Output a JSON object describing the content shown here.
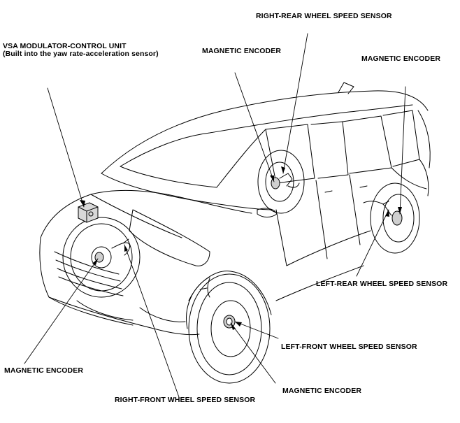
{
  "labels": {
    "vsa_title": "VSA MODULATOR-CONTROL UNIT",
    "vsa_sub": "(Built into the yaw rate-acceleration sensor)",
    "rr_sensor": "RIGHT-REAR WHEEL SPEED SENSOR",
    "rr_encoder": "MAGNETIC ENCODER",
    "lr_encoder": "MAGNETIC ENCODER",
    "lr_sensor": "LEFT-REAR WHEEL SPEED SENSOR",
    "lf_sensor": "LEFT-FRONT WHEEL SPEED SENSOR",
    "lf_encoder": "MAGNETIC ENCODER",
    "rf_encoder": "MAGNETIC ENCODER",
    "rf_sensor": "RIGHT-FRONT WHEEL SPEED SENSOR"
  }
}
